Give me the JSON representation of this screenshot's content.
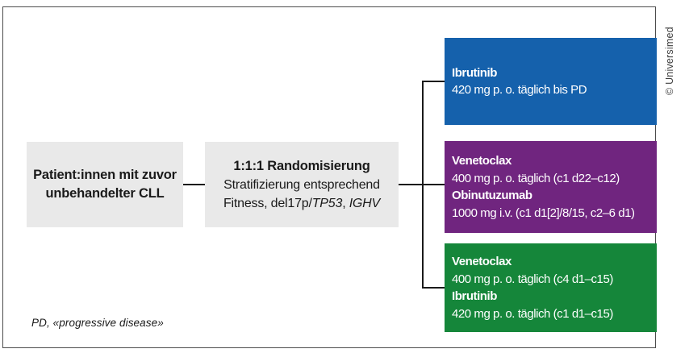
{
  "diagram": {
    "patient_box": {
      "line1": "Patient:innen mit zuvor",
      "line2": "unbehandelter CLL"
    },
    "randomization_box": {
      "line1": "1:1:1 Randomisierung",
      "line2": "Stratifizierung entsprechend",
      "line3_prefix": "Fitness, del17p/",
      "line3_gene1": "TP53",
      "line3_sep": ", ",
      "line3_gene2": "IGHV"
    },
    "arms": {
      "ibrutinib": {
        "drug1": "Ibrutinib",
        "dose1": "420 mg p. o. täglich bis PD"
      },
      "venetoclax_obinutuzumab": {
        "drug1": "Venetoclax",
        "dose1": "400 mg p. o. täglich (c1 d22–c12)",
        "drug2": "Obinutuzumab",
        "dose2": "1000 mg i.v. (c1 d1[2]/8/15, c2–6 d1)"
      },
      "venetoclax_ibrutinib": {
        "drug1": "Venetoclax",
        "dose1": "400 mg p. o. täglich (c4 d1–c15)",
        "drug2": "Ibrutinib",
        "dose2": "420 mg p. o. täglich (c1 d1–c15)"
      }
    },
    "footnote": "PD, «progressive disease»",
    "copyright": "© Universimed"
  },
  "colors": {
    "arm_ibrutinib": "#1561ac",
    "arm_venetoclax_obinutuzumab": "#70257f",
    "arm_venetoclax_ibrutinib": "#15863a",
    "gray_box": "#e9e9e9",
    "frame_border": "#4d4d4d",
    "connector": "#1a1a1a"
  }
}
